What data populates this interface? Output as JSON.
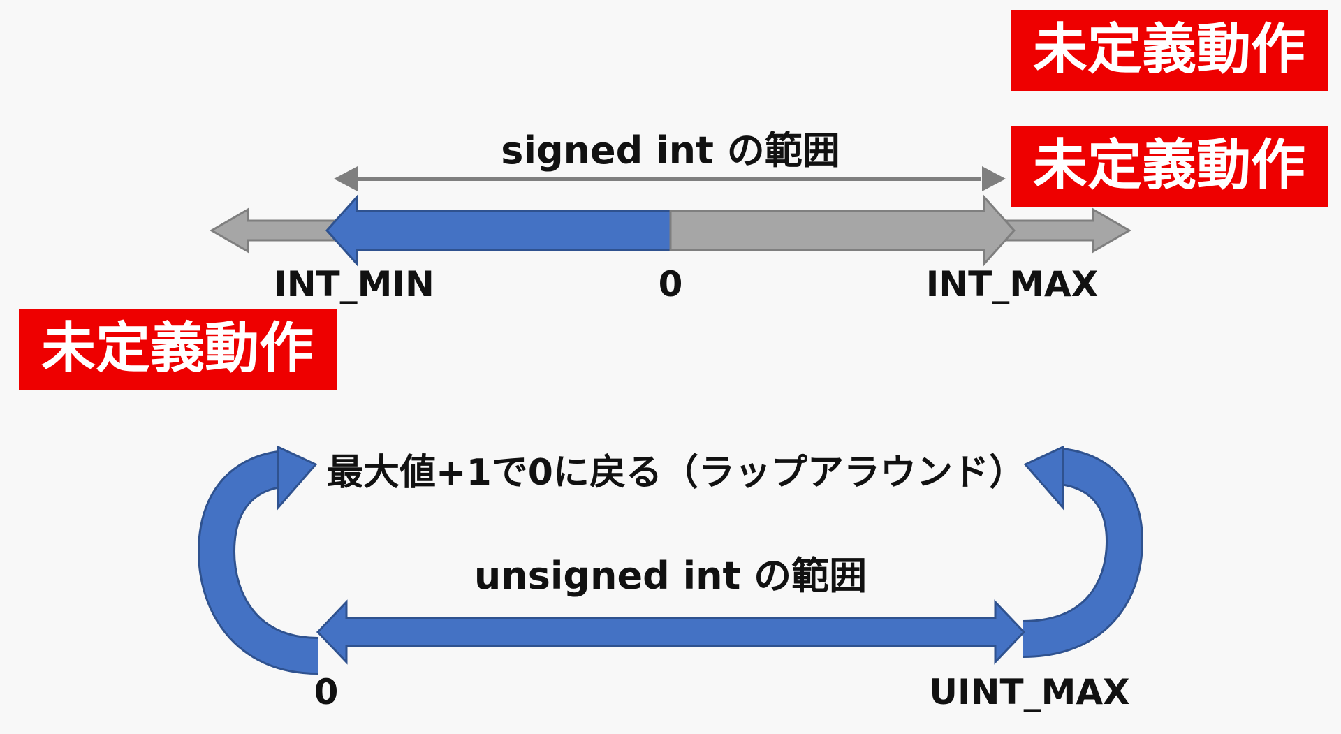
{
  "undefined_badge_label": "未定義動作",
  "signed": {
    "range_caption": "signed int の範囲",
    "min_label": "INT_MIN",
    "zero_label": "0",
    "max_label": "INT_MAX"
  },
  "unsigned": {
    "wrap_caption": "最大値+1で0に戻る（ラップアラウンド）",
    "range_caption": "unsigned int の範囲",
    "zero_label": "0",
    "max_label": "UINT_MAX"
  },
  "colors": {
    "background": "#f8f8f8",
    "blue_fill": "#4472c4",
    "blue_stroke": "#2f528f",
    "gray_fill": "#a6a6a6",
    "gray_stroke": "#7f7f7f",
    "badge_fill": "#ee0000",
    "badge_text": "#ffffff",
    "text": "#111111"
  }
}
